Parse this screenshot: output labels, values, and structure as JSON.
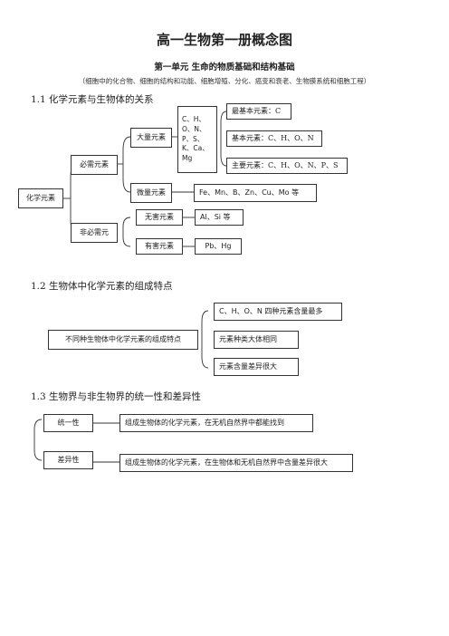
{
  "title": "高一生物第一册概念图",
  "unit": "第一单元    生命的物质基础和结构基础",
  "note": "（细胞中的化合物、细胞的结构和功能、细胞增殖、分化、癌变和衰老、生物膜系统和细胞工程）",
  "s1": {
    "heading": "1.1 化学元素与生物体的关系",
    "root": "化学元素",
    "essential": "必需元素",
    "nonessential": "非必需元",
    "macro": "大量元素",
    "macro_list": [
      "C、H、",
      "O、N、",
      "P、S、",
      "K、Ca、",
      "Mg"
    ],
    "basic_most": "最基本元素：C",
    "basic": "基本元素：C、H、O、N",
    "main": "主要元素：C、H、O、N、P、S",
    "micro": "微量元素",
    "micro_list": "Fe、Mn、B、Zn、Cu、Mo 等",
    "harmless": "无害元素",
    "harmless_list": "Al、Si 等",
    "harmful": "有害元素",
    "harmful_list": "Pb、Hg"
  },
  "s2": {
    "heading": "1.2 生物体中化学元素的组成特点",
    "root": "不同种生物体中化学元素的组成特点",
    "a": "C、H、O、N 四种元素含量最多",
    "b": "元素种类大体相同",
    "c": "元素含量差异很大"
  },
  "s3": {
    "heading": "1.3 生物界与非生物界的统一性和差异性",
    "unity": "统一性",
    "unity_desc": "组成生物体的化学元素，在无机自然界中都能找到",
    "diff": "差异性",
    "diff_desc": "组成生物体的化学元素，在生物体和无机自然界中含量差异很大"
  }
}
